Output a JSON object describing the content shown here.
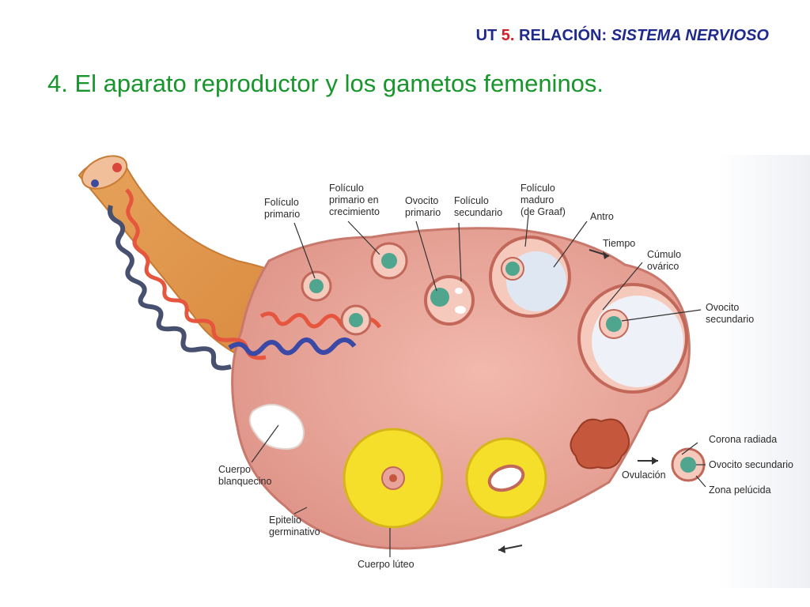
{
  "header": {
    "prefix": "UT ",
    "unit_number": "5.",
    "middle": " RELACIÓN: ",
    "topic": "SISTEMA NERVIOSO"
  },
  "title": "4. El aparato reproductor y los gametos femeninos.",
  "labels": {
    "foliculo_primario": [
      "Folículo",
      "primario"
    ],
    "foliculo_crecimiento": [
      "Folículo",
      "primario en",
      "crecimiento"
    ],
    "ovocito_primario": [
      "Ovocito",
      "primario"
    ],
    "foliculo_secundario": [
      "Folículo",
      "secundario"
    ],
    "foliculo_maduro": [
      "Folículo",
      "maduro",
      "(de Graaf)"
    ],
    "antro": "Antro",
    "tiempo": "Tiempo",
    "cumulo": [
      "Cúmulo",
      "ovárico"
    ],
    "ovocito_secundario": [
      "Ovocito",
      "secundario"
    ],
    "corona_radiada": "Corona radiada",
    "ovocito_secundario_2": "Ovocito secundario",
    "zona_pelucida": "Zona pelúcida",
    "ovulacion": "Ovulación",
    "cuerpo_blanquecino": [
      "Cuerpo",
      "blanquecino"
    ],
    "epitelio": [
      "Epitelio",
      "germinativo"
    ],
    "cuerpo_luteo": "Cuerpo lúteo"
  },
  "colors": {
    "header_blue": "#1f2a8c",
    "header_red": "#d61f26",
    "title_green": "#17962b",
    "ovary_pink": "#e8a39a",
    "follicle_teal": "#4fa58e",
    "luteum_yellow": "#f5df2a"
  }
}
